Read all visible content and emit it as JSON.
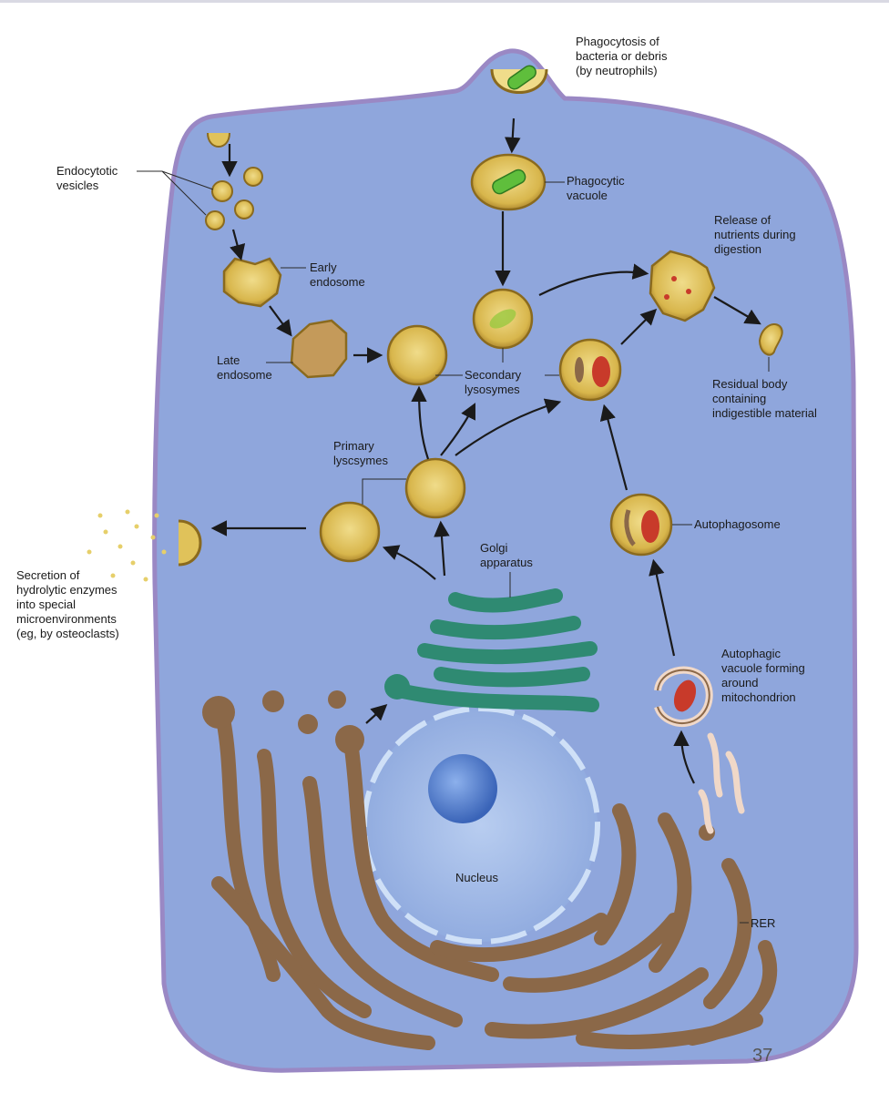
{
  "labels": {
    "phagocytosis": [
      "Phagocytosis of",
      "bacteria or debris",
      "(by neutrophils)"
    ],
    "phagocytic_vacuole": [
      "Phagocytic",
      "vacuole"
    ],
    "endocytotic_vesicles": [
      "Endocytotic",
      "vesicles"
    ],
    "early_endosome": [
      "Early",
      "endosome"
    ],
    "late_endosome": [
      "Late",
      "endosome"
    ],
    "release_of_nutrients": [
      "Release of",
      "nutrients during",
      "digestion"
    ],
    "secondary_lysosymes": [
      "Secondary",
      "lysosymes"
    ],
    "residual_body": [
      "Residual body",
      "containing",
      "indigestible material"
    ],
    "primary_lyscsymes": [
      "Primary",
      "lyscsymes"
    ],
    "autophagosome": "Autophagosome",
    "golgi_apparatus": [
      "Golgi",
      "apparatus"
    ],
    "secretion": [
      "Secretion of",
      "hydrolytic enzymes",
      "into special",
      "microenvironments",
      "(eg, by osteoclasts)"
    ],
    "autophagic_vacuole": [
      "Autophagic",
      "vacuole forming",
      "around",
      "mitochondrion"
    ],
    "nucleus": "Nucleus",
    "rer": "RER"
  },
  "page_number": "37",
  "colors": {
    "cytoplasm": "#8fa6dc",
    "membrane": "#9a88c4",
    "vesicle_fill": "#e0c25a",
    "vesicle_edge": "#8a6a1e",
    "golgi": "#2f8a72",
    "rer": "#8b6848",
    "nucleus": "#a6bde8",
    "bacterium": "#5fbe3c",
    "mitochondrion": "#c83a2a"
  }
}
